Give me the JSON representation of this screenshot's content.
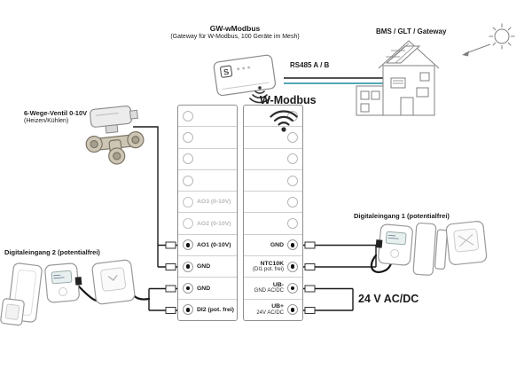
{
  "diagram": {
    "gateway": {
      "title": "GW-wModbus",
      "subtitle": "(Gateway für W-Modbus, 100 Geräte im Mesh)",
      "logo": "S"
    },
    "bms_label": "BMS / GLT / Gateway",
    "rs485_label": "RS485 A / B",
    "wmodbus_label": "W-Modbus",
    "valve": {
      "title": "6-Wege-Ventil 0-10V",
      "subtitle": "(Heizen/Kühlen)"
    },
    "digital_input_2_label": "Digitaleingang 2 (potentialfrei)",
    "digital_input_1_label": "Digitaleingang 1 (potentialfrei)",
    "power_label": "24 V AC/DC",
    "colors": {
      "wire": "#1a1a1a",
      "rs485_line_b": "#1b8a9d",
      "line_art": "#8a8a8a"
    }
  },
  "terminals": {
    "left": [
      {
        "label": "",
        "state": "empty"
      },
      {
        "label": "",
        "state": "empty"
      },
      {
        "label": "",
        "state": "empty"
      },
      {
        "label": "",
        "state": "empty"
      },
      {
        "label": "AO3 (0-10V)",
        "state": "inactive"
      },
      {
        "label": "AO2 (0-10V)",
        "state": "inactive"
      },
      {
        "label": "AO1 (0-10V)",
        "state": "active"
      },
      {
        "label": "GND",
        "state": "active"
      },
      {
        "label": "GND",
        "state": "active"
      },
      {
        "label": "DI2 (pot. frei)",
        "state": "active"
      }
    ],
    "right": [
      {
        "label": "",
        "sublabel": "",
        "state": "empty"
      },
      {
        "label": "",
        "sublabel": "",
        "state": "empty"
      },
      {
        "label": "",
        "sublabel": "",
        "state": "empty"
      },
      {
        "label": "",
        "sublabel": "",
        "state": "empty"
      },
      {
        "label": "",
        "sublabel": "",
        "state": "empty"
      },
      {
        "label": "",
        "sublabel": "",
        "state": "empty"
      },
      {
        "label": "GND",
        "sublabel": "",
        "state": "active"
      },
      {
        "label": "NTC10K",
        "sublabel": "(DI1 pot. frei)",
        "state": "active"
      },
      {
        "label": "UB-",
        "sublabel": "GND AC/DC",
        "state": "active"
      },
      {
        "label": "UB+",
        "sublabel": "24V AC/DC",
        "state": "active"
      }
    ]
  }
}
